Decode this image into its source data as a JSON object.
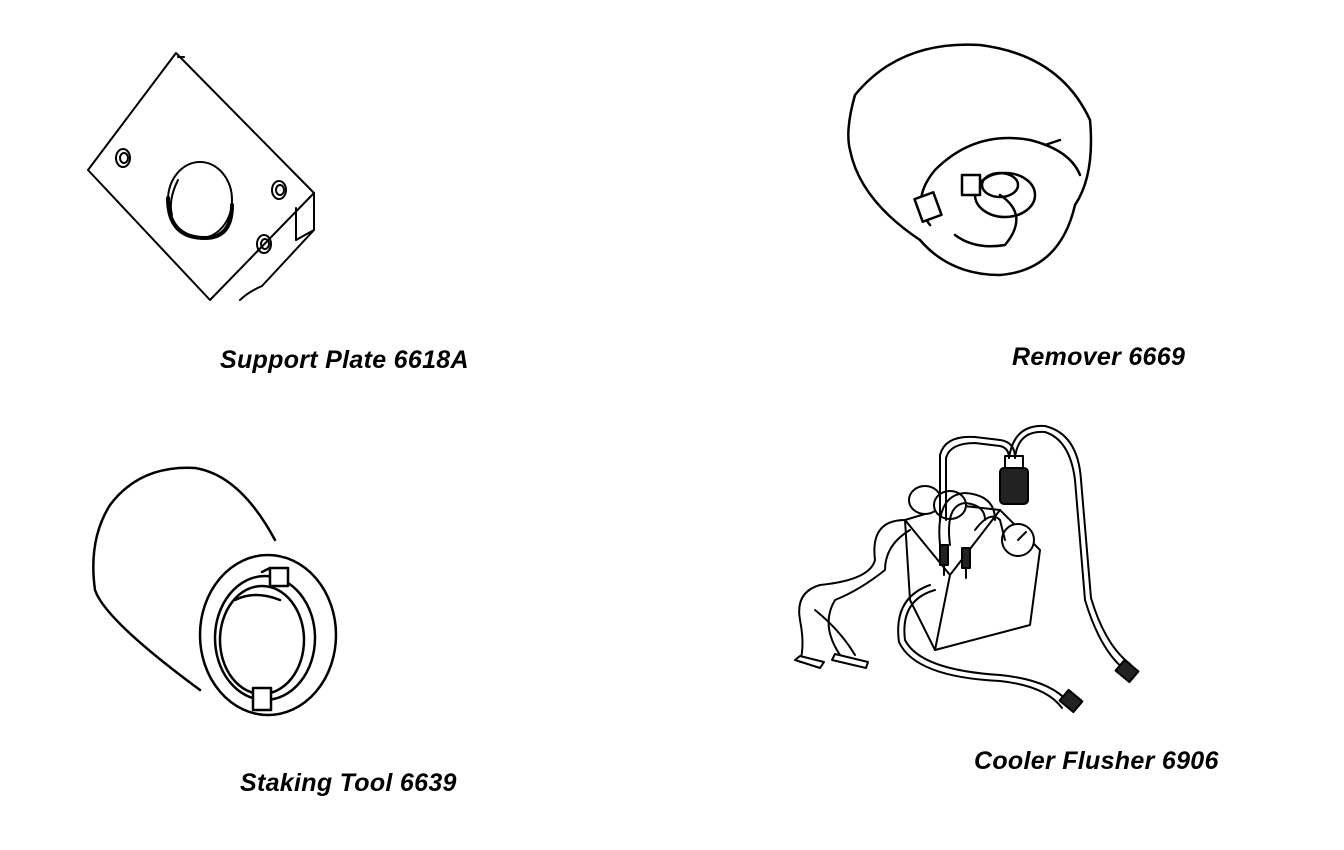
{
  "tools": {
    "support_plate": {
      "caption": "Support Plate 6618A",
      "icon": "support-plate-illustration"
    },
    "remover": {
      "caption": "Remover 6669",
      "icon": "remover-illustration"
    },
    "staking_tool": {
      "caption": "Staking Tool 6639",
      "icon": "staking-tool-illustration"
    },
    "cooler_flusher": {
      "caption": "Cooler Flusher 6906",
      "icon": "cooler-flusher-illustration"
    }
  }
}
